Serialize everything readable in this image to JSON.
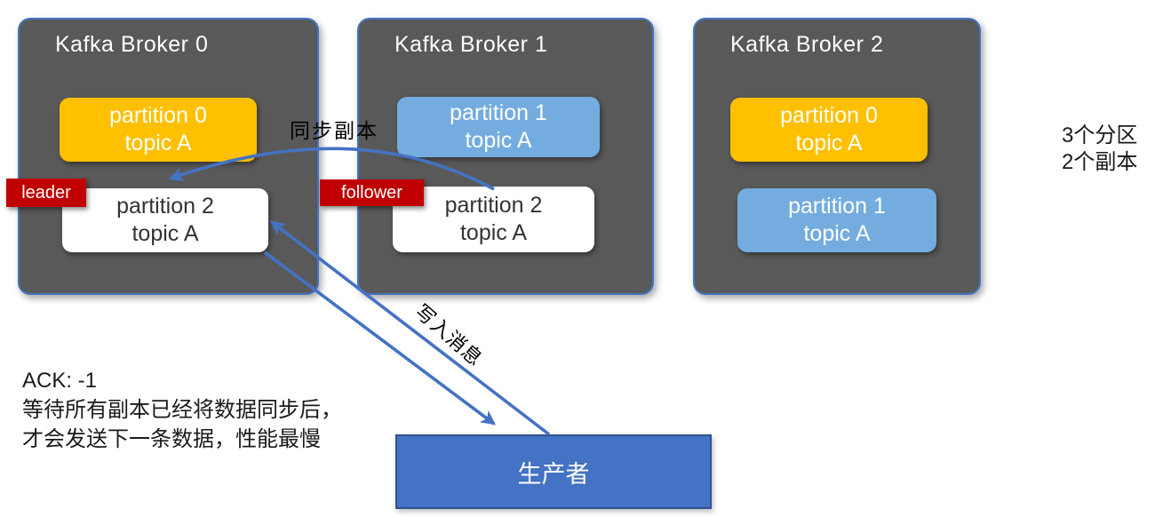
{
  "brokers": [
    {
      "title": "Kafka Broker 0",
      "partitions": [
        {
          "name": "partition 0",
          "topic": "topic A",
          "style": "orange"
        },
        {
          "name": "partition 2",
          "topic": "topic A",
          "style": "white",
          "role": "leader"
        }
      ]
    },
    {
      "title": "Kafka Broker 1",
      "partitions": [
        {
          "name": "partition 1",
          "topic": "topic A",
          "style": "blue"
        },
        {
          "name": "partition 2",
          "topic": "topic A",
          "style": "white",
          "role": "follower"
        }
      ]
    },
    {
      "title": "Kafka Broker 2",
      "partitions": [
        {
          "name": "partition 0",
          "topic": "topic A",
          "style": "orange"
        },
        {
          "name": "partition 1",
          "topic": "topic A",
          "style": "blue"
        }
      ]
    }
  ],
  "role_labels": {
    "leader": "leader",
    "follower": "follower"
  },
  "arrow_labels": {
    "sync_replica": "同步副本",
    "write_message": "写入消息"
  },
  "side_note": {
    "line1": "3个分区",
    "line2": "2个副本"
  },
  "ack_note": {
    "line1": "ACK: -1",
    "line2": "等待所有副本已经将数据同步后，",
    "line3": "才会发送下一条数据，性能最慢"
  },
  "producer": {
    "label": "生产者"
  },
  "colors": {
    "broker_bg": "#595959",
    "broker_border": "#4472C4",
    "partition_orange": "#FFC000",
    "partition_blue": "#74ACDF",
    "partition_white": "#FFFFFF",
    "role_badge_red": "#C00000",
    "producer_bg": "#4472C4",
    "producer_border": "#2F528F",
    "arrow_blue": "#4472C4"
  }
}
